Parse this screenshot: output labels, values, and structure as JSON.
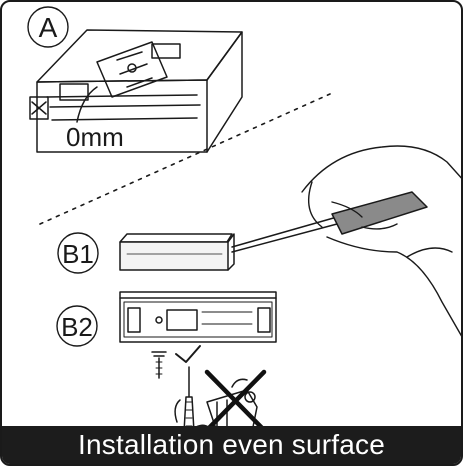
{
  "labels": {
    "step_a": "A",
    "step_b1": "B1",
    "step_b2": "B2",
    "gap_value": "0mm"
  },
  "caption": "Installation even surface",
  "colors": {
    "ink": "#1a1a1a",
    "caption_bg": "#1c1c1c",
    "caption_text": "#ffffff",
    "x_mark": "#111111"
  },
  "icons": [
    "checkmark-icon",
    "forbidden-x-icon",
    "screwdriver-icon"
  ]
}
